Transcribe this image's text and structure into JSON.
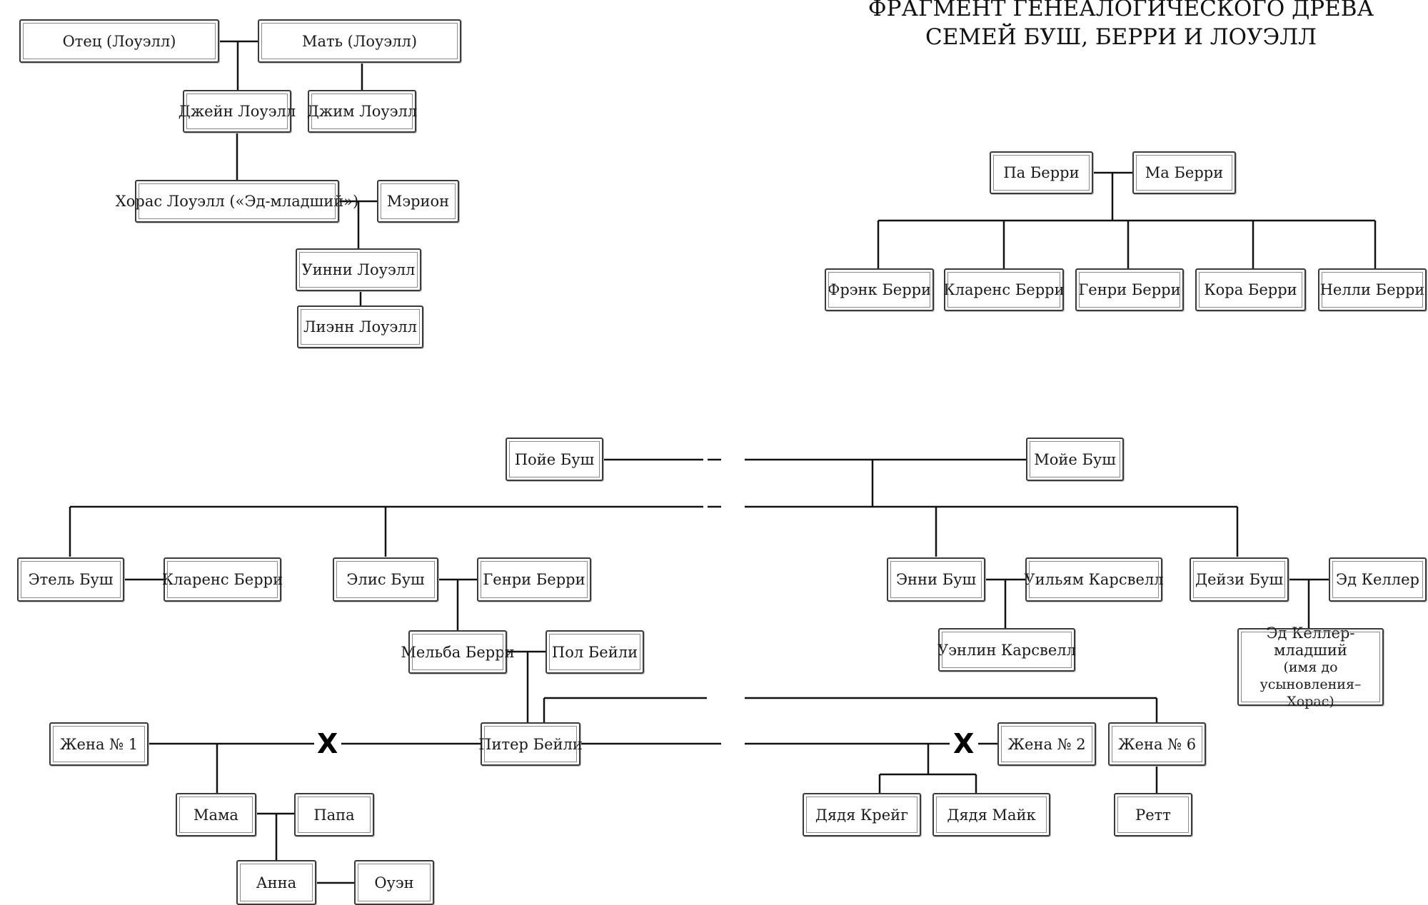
{
  "title": {
    "line1": "ФРАГМЕНТ ГЕНЕАЛОГИЧЕСКОГО ДРЕВА",
    "line2": "СЕМЕЙ БУШ, БЕРРИ И ЛОУЭЛЛ"
  },
  "lowell": {
    "father": "Отец (Лоуэлл)",
    "mother": "Мать (Лоуэлл)",
    "jane": "Джейн Лоуэлл",
    "jim": "Джим Лоуэлл",
    "horace": "Хорас Лоуэлл («Эд-младший»)",
    "marion": "Мэрион",
    "winnie": "Уинни Лоуэлл",
    "leanne": "Лиэнн Лоуэлл"
  },
  "berry": {
    "pa": "Па Берри",
    "ma": "Ма Берри",
    "frank": "Фрэнк Берри",
    "clarence": "Кларенс Берри",
    "henry": "Генри Берри",
    "cora": "Кора Берри",
    "nellie": "Нелли Берри"
  },
  "bush": {
    "poye": "Пойе Буш",
    "moye": "Мойе Буш",
    "ethel": "Этель Буш",
    "clarence": "Кларенс Берри",
    "alice": "Элис Буш",
    "henry": "Генри Берри",
    "melba": "Мельба Берри",
    "paul": "Пол Бейли",
    "annie": "Энни Буш",
    "william": "Уильям Карсвелл",
    "wenlin": "Уэнлин Карсвелл",
    "daisy": "Дейзи Буш",
    "ed": "Эд Келлер",
    "ed_jr_line1": "Эд Келлер-младший",
    "ed_jr_line2": "(имя до усыновления–",
    "ed_jr_line3": "Хорас)"
  },
  "bailey": {
    "wife1": "Жена № 1",
    "peter": "Питер Бейли",
    "wife2": "Жена № 2",
    "wife6": "Жена № 6",
    "mom": "Мама",
    "dad": "Папа",
    "anna": "Анна",
    "owen": "Оуэн",
    "uncle_craig": "Дядя Крейг",
    "uncle_mike": "Дядя Майк",
    "rhett": "Ретт"
  },
  "divorce_mark": "X",
  "colors": {
    "line": "#111111",
    "border": "#3a3a3a",
    "background": "#ffffff"
  }
}
